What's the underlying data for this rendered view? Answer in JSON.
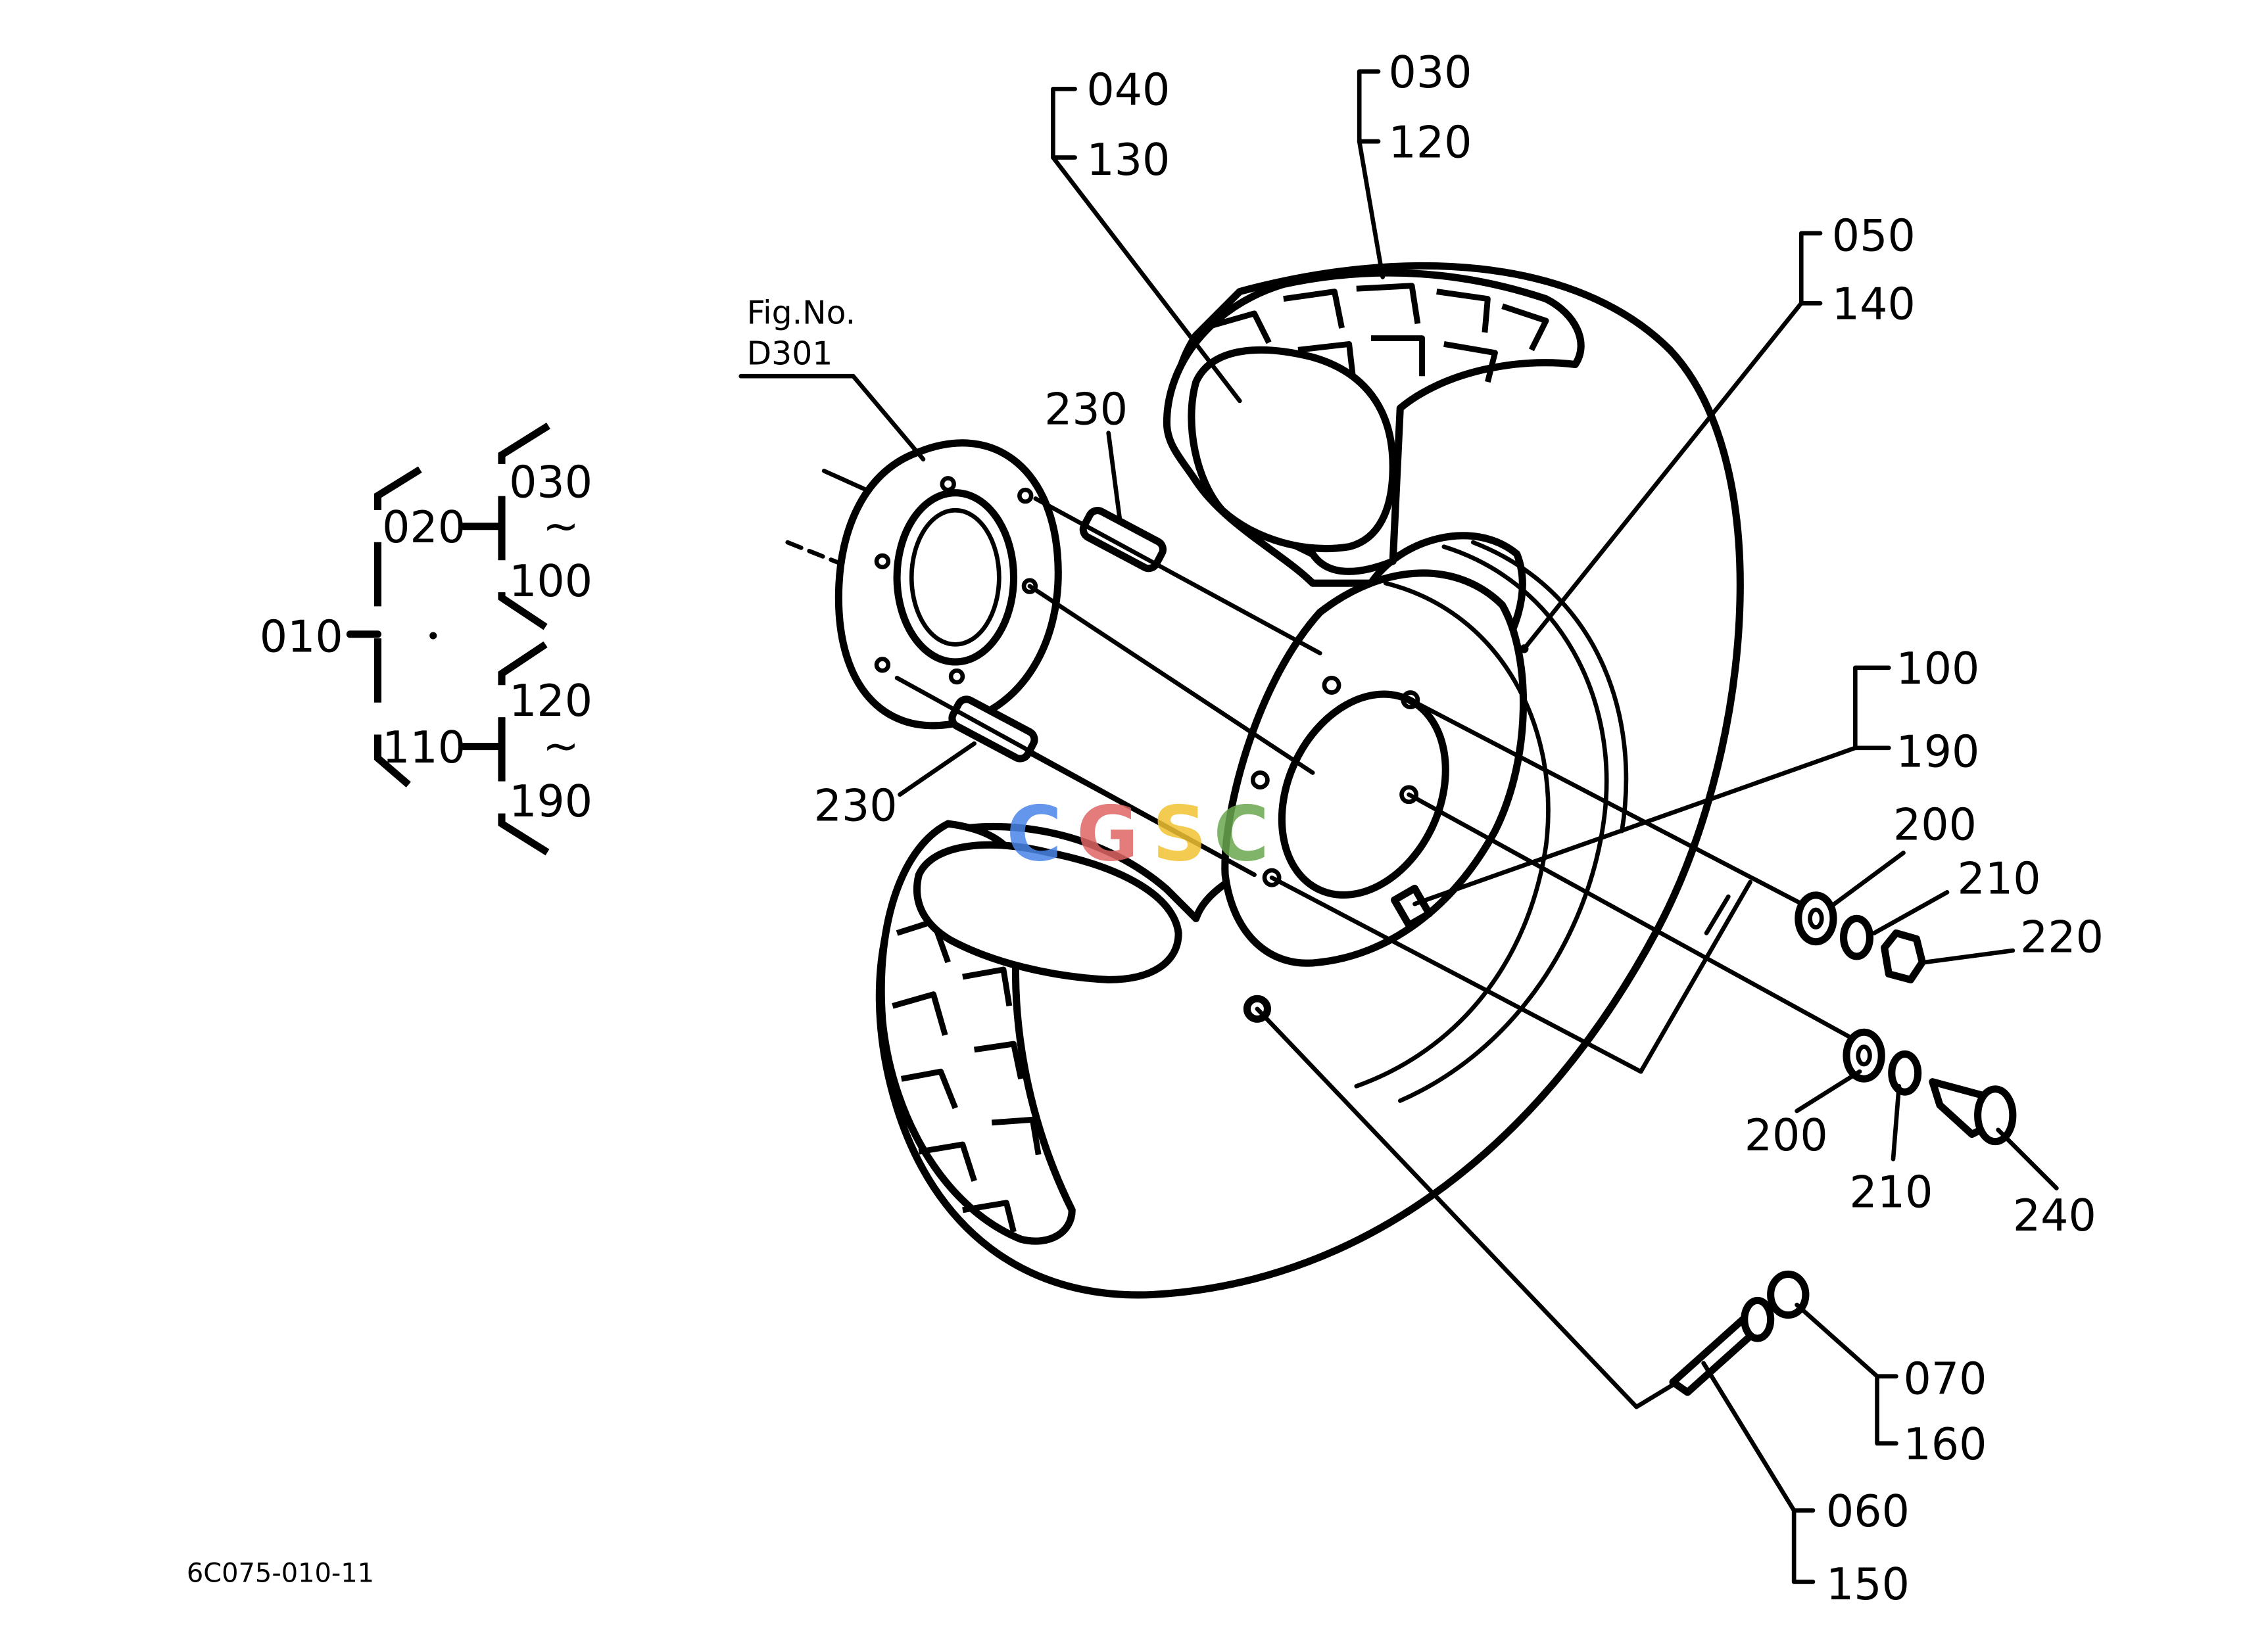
{
  "drawing": {
    "fig_ref_label": "Fig.No.",
    "fig_ref_number": "D301",
    "code": "6C075-010-11",
    "watermark": {
      "letters": [
        "C",
        "G",
        "S",
        "C"
      ],
      "colors": [
        "#4a86e8",
        "#e06666",
        "#f1c232",
        "#6aa84f"
      ]
    }
  },
  "tree": {
    "root": "010",
    "branch_a": {
      "label": "020",
      "from": "030",
      "tilde": "~",
      "to": "100"
    },
    "branch_b": {
      "label": "110",
      "from": "120",
      "tilde": "~",
      "to": "190"
    }
  },
  "callouts": {
    "c040": "040",
    "c130": "130",
    "c030": "030",
    "c120": "120",
    "c050": "050",
    "c140": "140",
    "c230a": "230",
    "c230b": "230",
    "c100": "100",
    "c190": "190",
    "c200a": "200",
    "c210a": "210",
    "c220": "220",
    "c200b": "200",
    "c210b": "210",
    "c240": "240",
    "c070": "070",
    "c160": "160",
    "c060": "060",
    "c150": "150"
  }
}
